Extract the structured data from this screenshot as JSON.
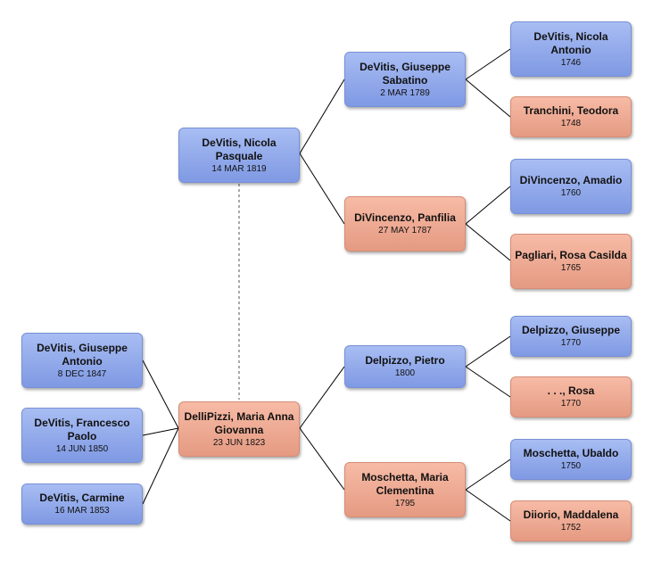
{
  "people": {
    "nicola_pasquale": {
      "name": "DeVitis, Nicola Pasquale",
      "date": "14 MAR 1819"
    },
    "giuseppe_sabatino": {
      "name": "DeVitis, Giuseppe Sabatino",
      "date": "2 MAR 1789"
    },
    "panfilia": {
      "name": "DiVincenzo, Panfilia",
      "date": "27 MAY 1787"
    },
    "nicola_antonio": {
      "name": "DeVitis, Nicola Antonio",
      "date": "1746"
    },
    "teodora": {
      "name": "Tranchini, Teodora",
      "date": "1748"
    },
    "amadio": {
      "name": "DiVincenzo, Amadio",
      "date": "1760"
    },
    "rosa_casilda": {
      "name": "Pagliari, Rosa Casilda",
      "date": "1765"
    },
    "maria_anna": {
      "name": "DelliPizzi, Maria Anna Giovanna",
      "date": "23 JUN 1823"
    },
    "pietro": {
      "name": "Delpizzo, Pietro",
      "date": "1800"
    },
    "maria_clementina": {
      "name": "Moschetta, Maria Clementina",
      "date": "1795"
    },
    "giuseppe_delpizzo": {
      "name": "Delpizzo, Giuseppe",
      "date": "1770"
    },
    "rosa": {
      "name": ". . ., Rosa",
      "date": "1770"
    },
    "ubaldo": {
      "name": "Moschetta, Ubaldo",
      "date": "1750"
    },
    "maddalena": {
      "name": "Diiorio, Maddalena",
      "date": "1752"
    },
    "giuseppe_antonio": {
      "name": "DeVitis, Giuseppe Antonio",
      "date": "8 DEC 1847"
    },
    "francesco_paolo": {
      "name": "DeVitis, Francesco Paolo",
      "date": "14 JUN 1850"
    },
    "carmine": {
      "name": "DeVitis, Carmine",
      "date": "16 MAR 1853"
    }
  },
  "colors": {
    "male": "#8fa6ea",
    "female": "#f0a991",
    "line": "#000000"
  }
}
